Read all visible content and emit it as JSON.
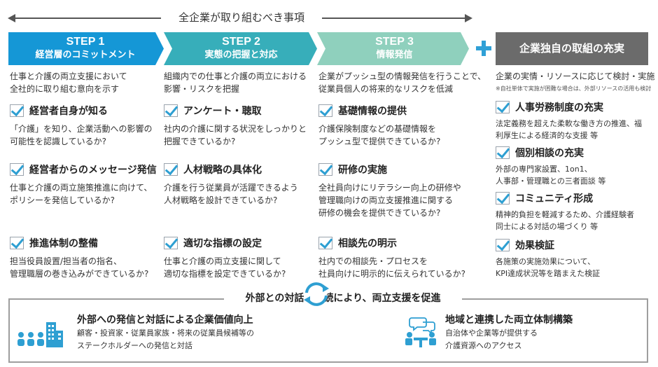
{
  "header": {
    "title": "全企業が取り組むべき事項"
  },
  "steps": [
    {
      "step": "STEP 1",
      "name": "経営層のコミットメント",
      "color": "#1597d6"
    },
    {
      "step": "STEP 2",
      "name": "実態の把握と対応",
      "color": "#37aeba"
    },
    {
      "step": "STEP 3",
      "name": "情報発信",
      "color": "#8fd0bd"
    }
  ],
  "step4": {
    "name": "企業独自の取組の充実",
    "color": "#6b6b6b"
  },
  "columns": [
    {
      "desc": [
        "仕事と介護の両立支援において",
        "全社的に取り組む意向を示す"
      ],
      "items": [
        {
          "title": "経営者自身が知る",
          "lines": [
            "「介護」を知り、企業活動への影響の",
            "可能性を認識しているか?"
          ]
        },
        {
          "title": "経営者からのメッセージ発信",
          "lines": [
            "仕事と介護の両立施策推進に向けて、",
            "ポリシーを発信しているか?"
          ]
        },
        {
          "title": "推進体制の整備",
          "lines": [
            "担当役員設置/担当者の指名、",
            "管理職層の巻き込みができているか?"
          ]
        }
      ]
    },
    {
      "desc": [
        "組織内での仕事と介護の両立における",
        "影響・リスクを把握"
      ],
      "items": [
        {
          "title": "アンケート・聴取",
          "lines": [
            "社内の介護に関する状況をしっかりと",
            "把握できているか?"
          ]
        },
        {
          "title": "人材戦略の具体化",
          "lines": [
            "介護を行う従業員が活躍できるよう",
            "人材戦略を設計できているか?"
          ]
        },
        {
          "title": "適切な指標の設定",
          "lines": [
            "仕事と介護の両立支援に関して",
            "適切な指標を設定できているか?"
          ]
        }
      ]
    },
    {
      "desc": [
        "企業がプッシュ型の情報発信を行うことで、",
        "従業員個人の将来的なリスクを低減"
      ],
      "items": [
        {
          "title": "基礎情報の提供",
          "lines": [
            "介護保険制度などの基礎情報を",
            "プッシュ型で提供できているか?"
          ]
        },
        {
          "title": "研修の実施",
          "lines": [
            "全社員向けにリテラシー向上の研修や",
            "管理職向けの両立支援推進に関する",
            "研修の機会を提供できているか?"
          ]
        },
        {
          "title": "相談先の明示",
          "lines": [
            "社内での相談先・プロセスを",
            "社員向けに明示的に伝えられているか?"
          ]
        }
      ]
    }
  ],
  "column4": {
    "desc": "企業の実情・リソースに応じて検討・実施",
    "note": "※自社単体で実施が困難な場合は、外部リソースの活用も検討",
    "items": [
      {
        "title": "人事労務制度の充実",
        "lines": [
          "法定義務を超えた柔軟な働き方の推進、福",
          "利厚生による経済的な支援 等"
        ]
      },
      {
        "title": "個別相談の充実",
        "lines": [
          "外部の専門家設置、1on1、",
          "人事部・管理職との三者面談 等"
        ]
      },
      {
        "title": "コミュニティ形成",
        "lines": [
          "精神的負担を軽減するため、介護経験者",
          "同士による対話の場づくり 等"
        ]
      },
      {
        "title": "効果検証",
        "lines": [
          "各施策の実施効果について、",
          "KPI達成状況等を踏まえた検証"
        ]
      }
    ]
  },
  "bottom": {
    "title": "外部との対話・接続により、両立支援を促進",
    "left": {
      "title": "外部への発信と対話による企業価値向上",
      "lines": [
        "顧客・投資家・従業員家族・将来の従業員候補等の",
        "ステークホルダーへの発信と対話"
      ]
    },
    "right": {
      "title": "地域と連携した両立体制構築",
      "lines": [
        "自治体や企業等が提供する",
        "介護資源へのアクセス"
      ]
    }
  },
  "icons": [
    "check-icon",
    "plus-icon",
    "cycle-arrows-icon",
    "people-building-icon",
    "meeting-table-icon"
  ]
}
